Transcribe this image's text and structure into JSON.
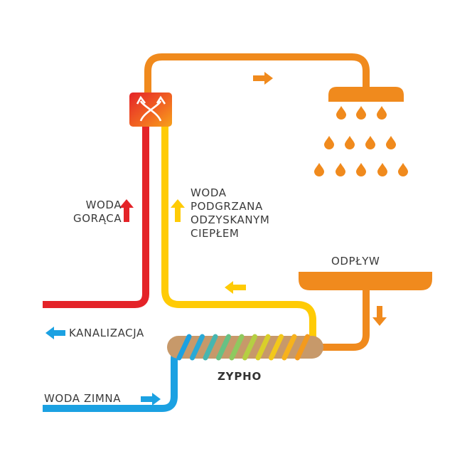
{
  "labels": {
    "hot_water": [
      "WODA",
      "GORĄCA"
    ],
    "recovered_water": [
      "WODA",
      "PODGRZANA",
      "ODZYSKANYM",
      "CIEPŁEM"
    ],
    "drain": "ODPŁYW",
    "sewer": "KANALIZACJA",
    "cold_water": "WODA ZIMNA",
    "device": "ZYPHO"
  },
  "icons": {
    "mixer": "mixer-valve-icon",
    "shower": "shower-head-icon",
    "drain": "drain-tray-icon",
    "exchanger": "heat-exchanger-coil-icon"
  },
  "colors": {
    "hot": "#e42328",
    "warm": "#ffcb05",
    "orange": "#f08a1d",
    "cold": "#1ba1e2",
    "waste": "#c7996a",
    "text": "#3a3a3a"
  }
}
